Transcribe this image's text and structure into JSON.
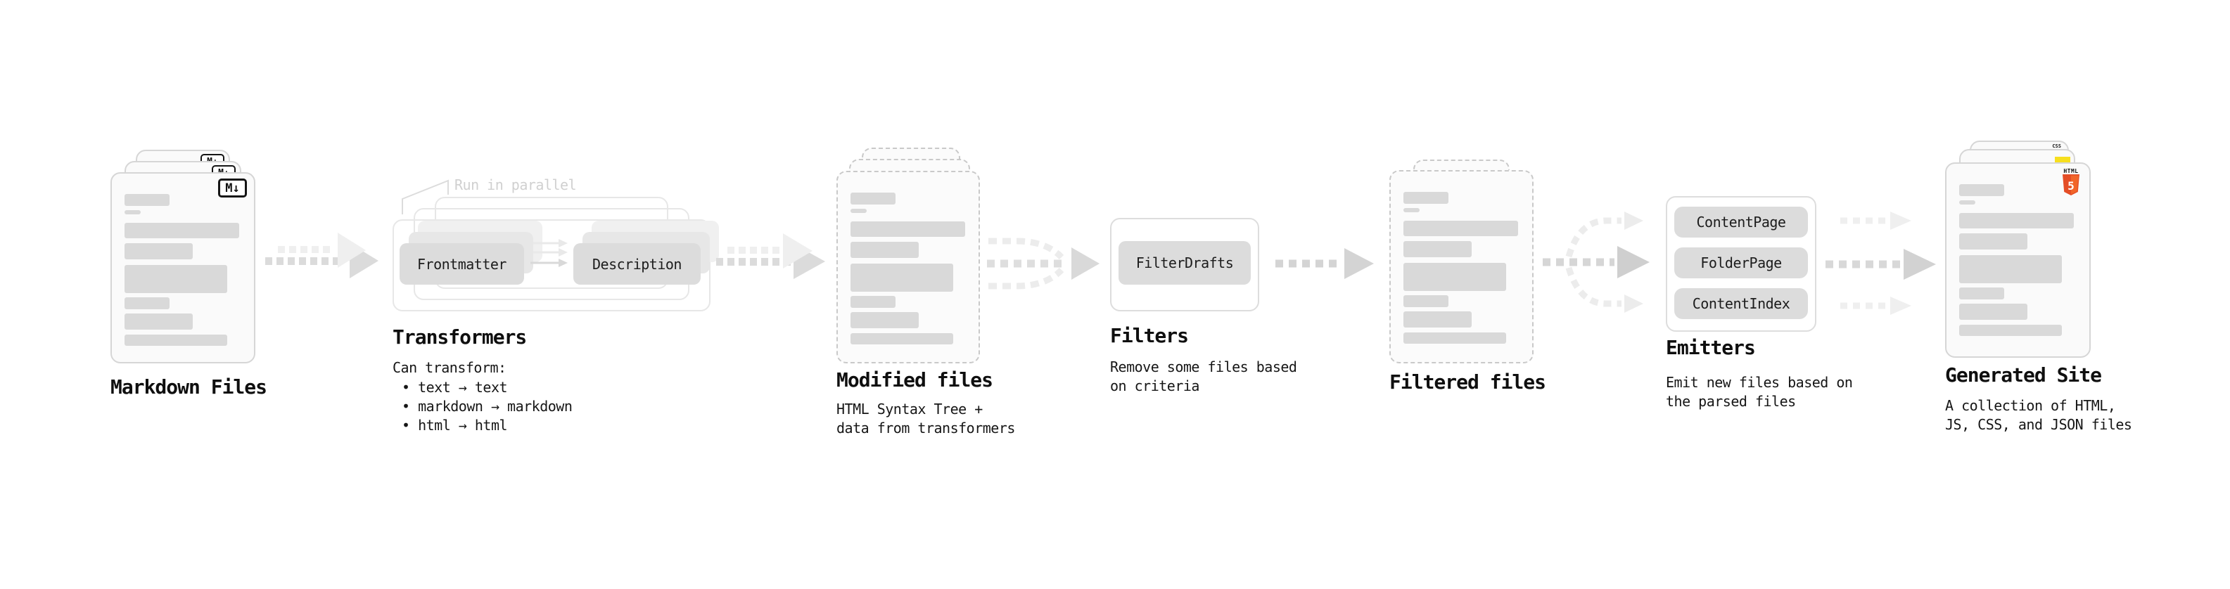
{
  "colors": {
    "card_fill": "#fafafa",
    "card_border": "#d6d6d6",
    "dashed_border": "#c9c9c9",
    "skeleton_line": "#d9d9d9",
    "chip_fill": "#dcdcdc",
    "arrow_dark": "#dbdbdb",
    "arrow_light": "#efefef",
    "note_gray": "#d0d0d0",
    "html5_orange": "#e44d26",
    "html5_orange_light": "#f16529",
    "js_yellow": "#f7df1e",
    "css_blue": "#2d65f2"
  },
  "stages": {
    "markdown": {
      "title": "Markdown Files",
      "badge": "M↓"
    },
    "transformers": {
      "title": "Transformers",
      "note": "Run in parallel",
      "chip_left": "Frontmatter",
      "chip_right": "Description",
      "desc_heading": "Can transform:",
      "bullets": [
        "• text → text",
        "• markdown → markdown",
        "• html → html"
      ]
    },
    "modified": {
      "title": "Modified files",
      "subtitle": "HTML Syntax Tree +\ndata from transformers"
    },
    "filters": {
      "title": "Filters",
      "chip": "FilterDrafts",
      "subtitle": "Remove some files based\non criteria"
    },
    "filtered": {
      "title": "Filtered files"
    },
    "emitters": {
      "title": "Emitters",
      "chips": [
        "ContentPage",
        "FolderPage",
        "ContentIndex"
      ],
      "subtitle": "Emit new files based on\nthe parsed files"
    },
    "generated": {
      "title": "Generated Site",
      "subtitle": "A collection of HTML,\nJS, CSS, and JSON files",
      "badge_html_label": "HTML",
      "badge_html_number": "5",
      "badge_css": "CSS"
    }
  }
}
